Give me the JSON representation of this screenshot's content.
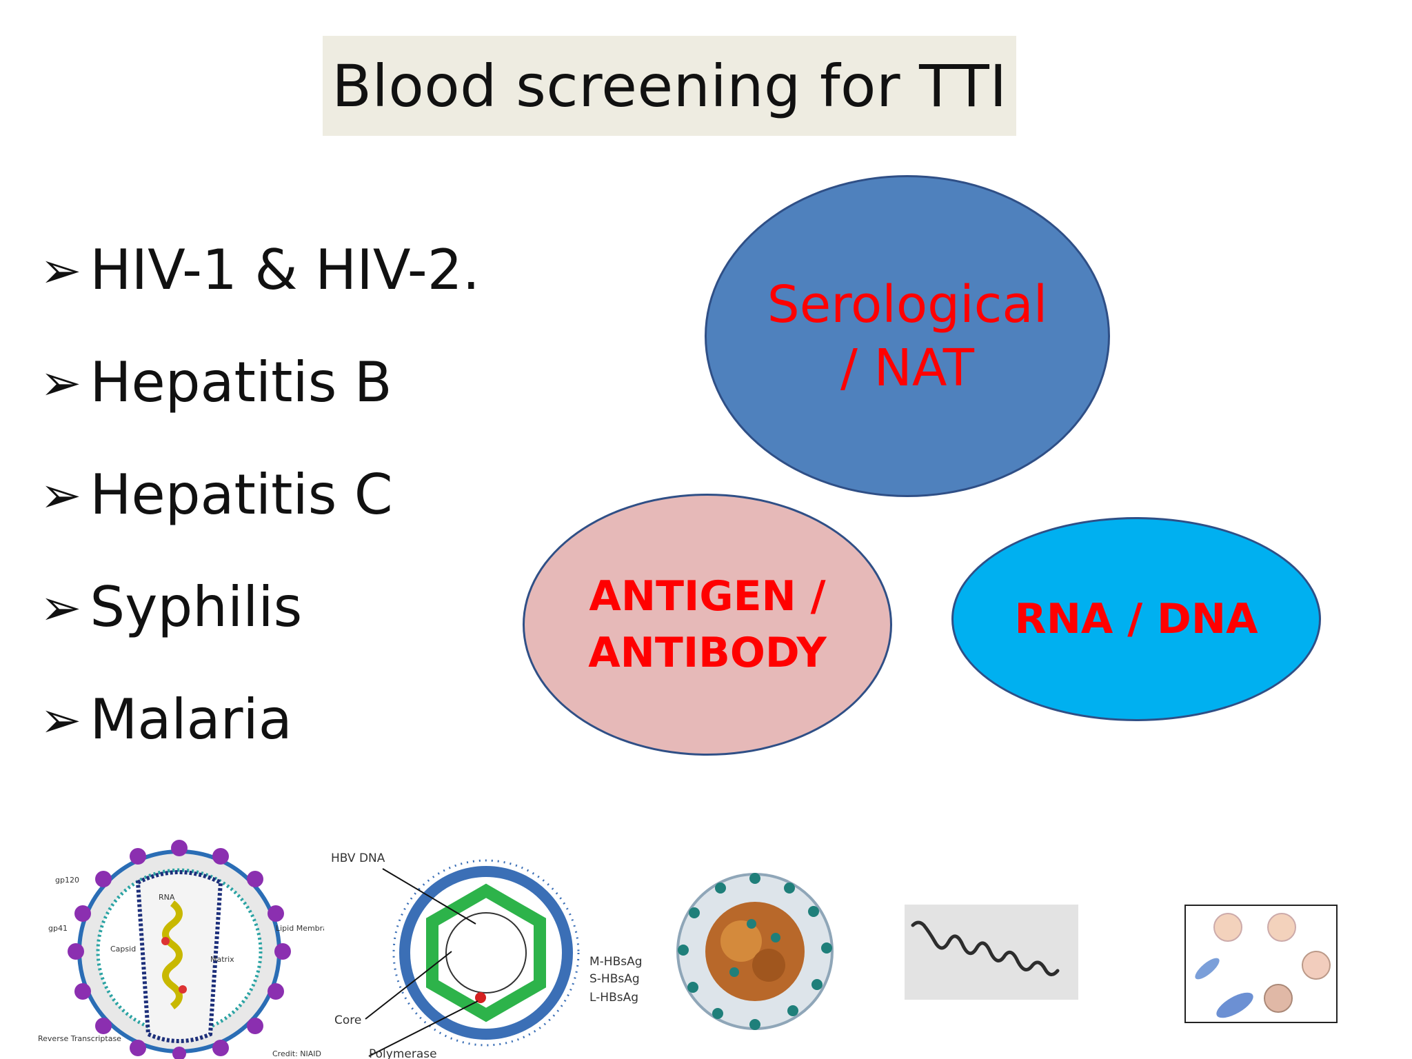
{
  "title": "Blood screening for TTI",
  "bullets": [
    "HIV-1 & HIV-2.",
    "Hepatitis B",
    "Hepatitis C",
    "Syphilis",
    "Malaria"
  ],
  "bullet_icon": "arrow-bullet-icon",
  "ellipses": {
    "serological": {
      "line1": "Serological",
      "line2": "/ NAT",
      "color": "#4f81bd"
    },
    "antigen": {
      "line1": "ANTIGEN /",
      "line2": "ANTIBODY",
      "color": "#e6b9b8"
    },
    "rna": {
      "label": "RNA / DNA",
      "color": "#00b0f0"
    },
    "text_color": "#ff0000"
  },
  "images": {
    "hiv": {
      "labels": [
        "gp120",
        "gp41",
        "RNA",
        "Capsid",
        "Matrix",
        "Lipid Membrane",
        "Reverse Transcriptase",
        "Credit: NIAID"
      ]
    },
    "hbv": {
      "labels": [
        "HBV DNA",
        "M-HBsAg",
        "S-HBsAg",
        "L-HBsAg",
        "Core",
        "Polymerase"
      ]
    }
  }
}
